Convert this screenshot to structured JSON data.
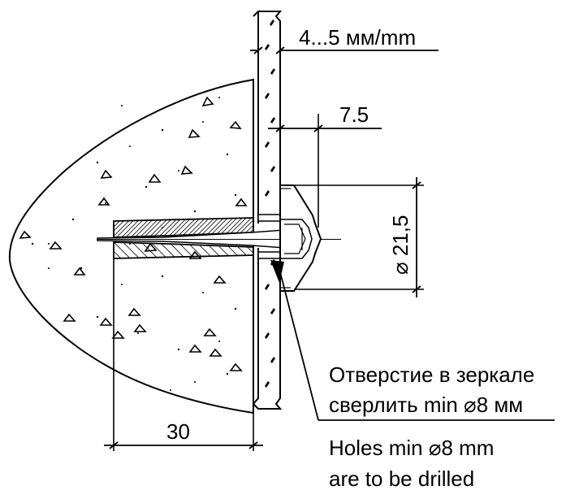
{
  "dimensions": {
    "glass_thickness": "4...5 мм/mm",
    "head_depth": "7.5",
    "head_diameter": "⌀ 21,5",
    "plug_depth": "30"
  },
  "notes": {
    "ru_line1": "Отверстие в зеркале",
    "ru_line2": "сверлить min ⌀8 мм",
    "en_line1": "Holes min ⌀8 mm",
    "en_line2": "are to be drilled"
  },
  "colors": {
    "ink": "#000000",
    "background": "#ffffff"
  }
}
